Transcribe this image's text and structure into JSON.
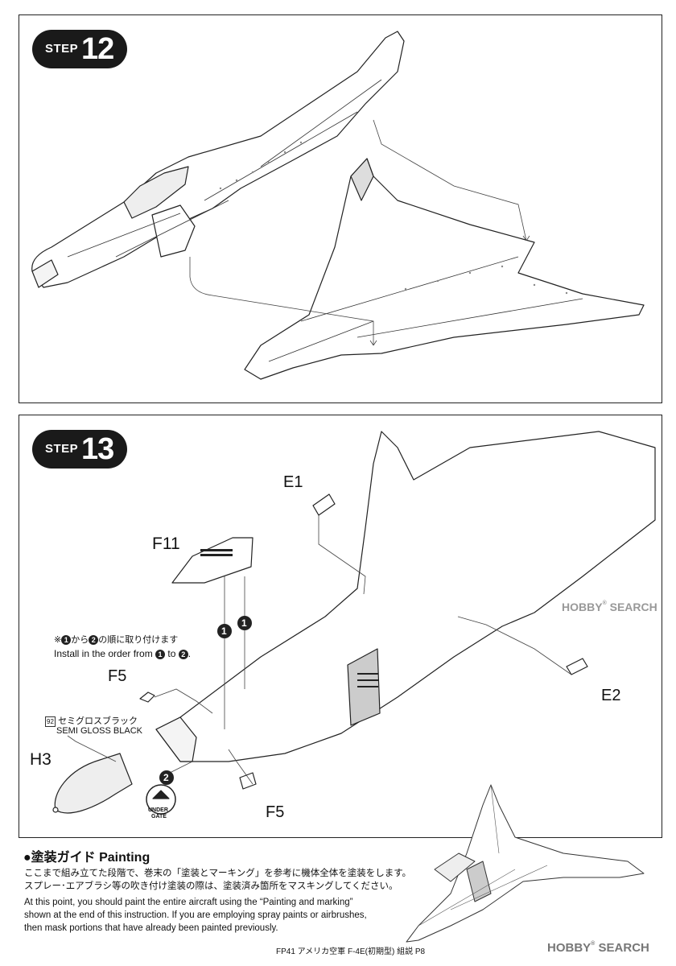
{
  "step12": {
    "word": "STEP",
    "number": "12"
  },
  "step13": {
    "word": "STEP",
    "number": "13",
    "parts": {
      "e1": "E1",
      "e2": "E2",
      "f11": "F11",
      "f5a": "F5",
      "f5b": "F5",
      "h3": "H3"
    },
    "note_jp_before": "※",
    "note_jp_mid": "から",
    "note_jp_after": "の順に取り付けます",
    "note_en_before": "Install in the order from",
    "note_en_mid": "to",
    "note_en_end": ".",
    "order_1": "1",
    "order_2": "2",
    "paint_code": "92",
    "paint_name_jp": "セミグロスブラック",
    "paint_name_en": "SEMI GLOSS BLACK",
    "under_gate_1": "UNDER",
    "under_gate_2": "GATE"
  },
  "painting": {
    "title": "●塗装ガイド Painting",
    "jp_line1": "ここまで組み立てた段階で、巻末の「塗装とマーキング」を参考に機体全体を塗装をします。",
    "jp_line2": "スプレー･エアブラシ等の吹き付け塗装の際は、塗装済み箇所をマスキングしてください。",
    "en_line1": "At this point, you should paint the entire aircraft using the “Painting and marking”",
    "en_line2": "shown at the end of this instruction. If you are employing spray paints or airbrushes,",
    "en_line3": "then mask portions that have already been painted previously."
  },
  "footer": "FP41 アメリカ空軍 F-4E(初期型) 組説 P8",
  "watermark": {
    "hobby": "HOBBY",
    "search": "SEARCH",
    "reg": "®"
  }
}
